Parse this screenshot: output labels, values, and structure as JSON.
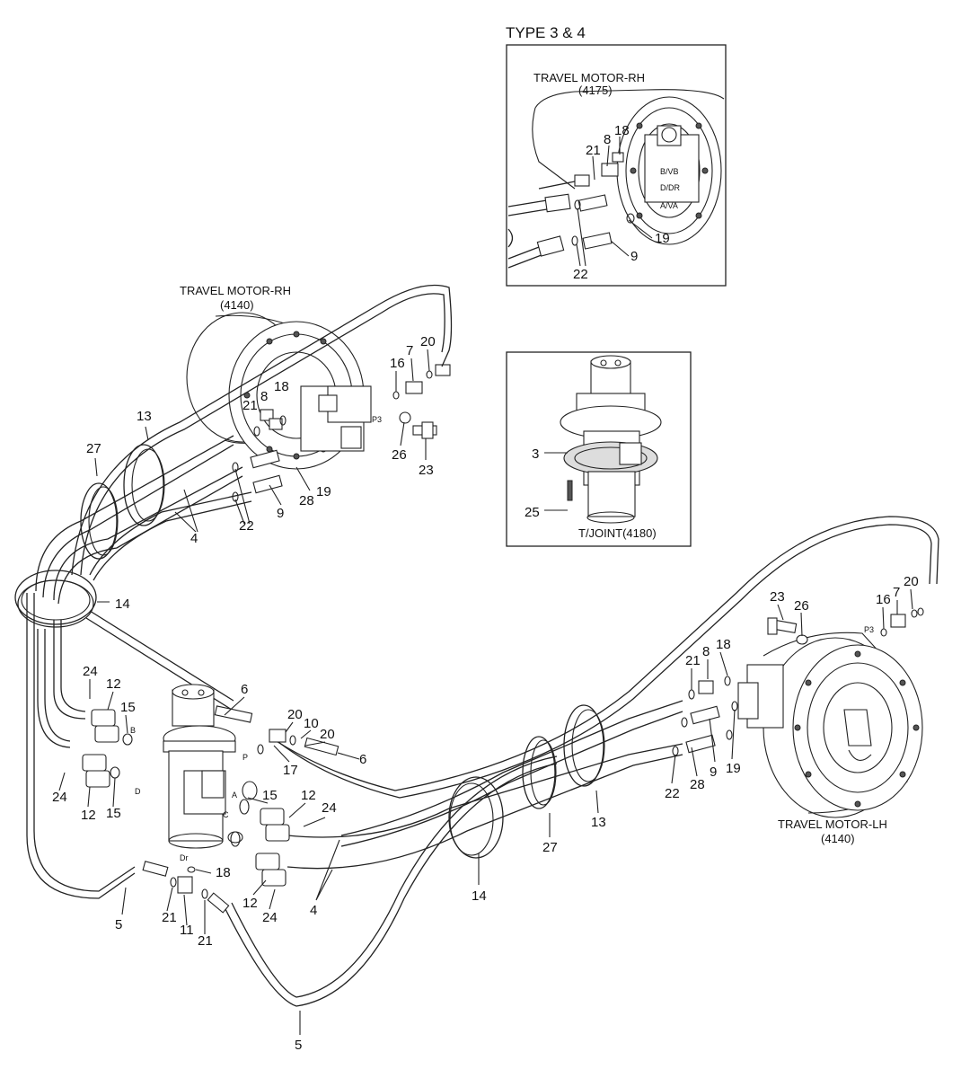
{
  "inset_top": {
    "header": "TYPE 3 & 4",
    "motor_title": "TRAVEL MOTOR-RH",
    "motor_code": "(4175)",
    "port_labels": [
      "B/VB",
      "D/DR",
      "A/VA"
    ],
    "callouts": [
      "21",
      "8",
      "18",
      "19",
      "9",
      "22"
    ]
  },
  "inset_joint": {
    "title": "T/JOINT(4180)",
    "callouts": [
      "3",
      "25"
    ]
  },
  "motor_rh": {
    "title": "TRAVEL MOTOR-RH",
    "code": "(4140)",
    "port": "P3",
    "callouts": [
      "16",
      "7",
      "20",
      "21",
      "8",
      "18",
      "26",
      "23",
      "13",
      "27",
      "28",
      "19",
      "22",
      "9",
      "4"
    ]
  },
  "motor_lh": {
    "title": "TRAVEL MOTOR-LH",
    "code": "(4140)",
    "port": "P3",
    "callouts": [
      "23",
      "26",
      "16",
      "7",
      "20",
      "21",
      "8",
      "18",
      "19",
      "22",
      "28",
      "9",
      "13",
      "27",
      "14",
      "4"
    ]
  },
  "center": {
    "port_labels": [
      "B",
      "D",
      "P",
      "A",
      "C",
      "Dr"
    ],
    "callouts": [
      "14",
      "24",
      "12",
      "15",
      "6",
      "20",
      "10",
      "20",
      "17",
      "6",
      "24",
      "12",
      "15",
      "15",
      "12",
      "24",
      "12",
      "24",
      "18",
      "21",
      "11",
      "21",
      "5",
      "5"
    ]
  }
}
